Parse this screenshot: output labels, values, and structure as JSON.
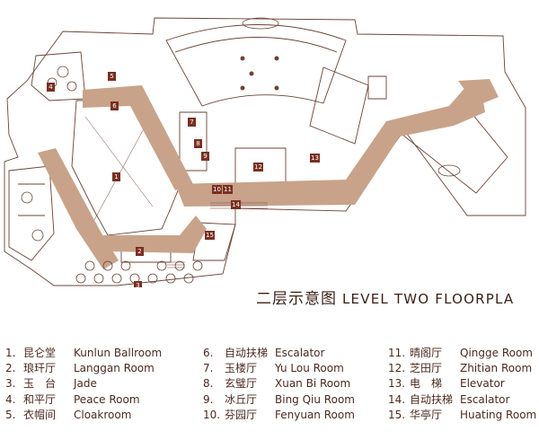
{
  "title": {
    "zh": "二层示意图",
    "en": "LEVEL TWO FLOORPLA"
  },
  "colors": {
    "corridor": "#c8a389",
    "line": "#6b4336",
    "marker": "#7a2f20",
    "text": "#4a2a20"
  },
  "markers": [
    "1",
    "2",
    "3",
    "4",
    "5",
    "6",
    "7",
    "8",
    "9",
    "10",
    "11",
    "12",
    "13",
    "14",
    "15"
  ],
  "legend": [
    {
      "num": "1.",
      "zh": "昆仑堂",
      "en": "Kunlun Ballroom"
    },
    {
      "num": "2.",
      "zh": "琅玕厅",
      "en": "Langgan Room"
    },
    {
      "num": "3.",
      "zh": "玉　台",
      "en": "Jade"
    },
    {
      "num": "4.",
      "zh": "和平厅",
      "en": "Peace Room"
    },
    {
      "num": "5.",
      "zh": "衣帽间",
      "en": "Cloakroom"
    },
    {
      "num": "6.",
      "zh": "自动扶梯",
      "en": "Escalator"
    },
    {
      "num": "7.",
      "zh": "玉楼厅",
      "en": "Yu Lou Room"
    },
    {
      "num": "8.",
      "zh": "玄璧厅",
      "en": "Xuan Bi Room"
    },
    {
      "num": "9.",
      "zh": "冰丘厅",
      "en": "Bing Qiu Room"
    },
    {
      "num": "10.",
      "zh": "芬园厅",
      "en": "Fenyuan Room"
    },
    {
      "num": "11.",
      "zh": "晴阁厅",
      "en": "Qingge Room"
    },
    {
      "num": "12.",
      "zh": "芝田厅",
      "en": "Zhitian Room"
    },
    {
      "num": "13.",
      "zh": "电　梯",
      "en": "Elevator"
    },
    {
      "num": "14.",
      "zh": "自动扶梯",
      "en": "Escalator"
    },
    {
      "num": "15.",
      "zh": "华亭厅",
      "en": "Huating Room"
    }
  ]
}
